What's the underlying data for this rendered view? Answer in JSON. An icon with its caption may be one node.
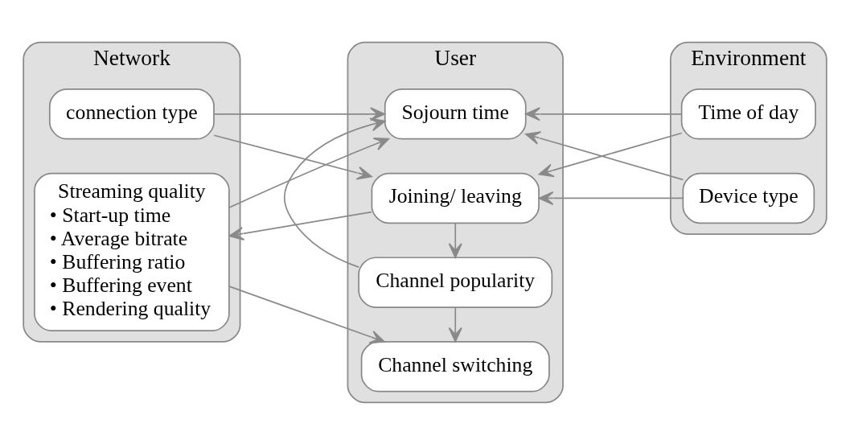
{
  "diagram": {
    "nodes": [
      {
        "text": [
          "Network"
        ]
      },
      {
        "text": [
          "connection type"
        ],
        "in": 0
      },
      {
        "text": [
          "Streaming quality",
          "• Start-up time",
          "• Average bitrate",
          "• Buffering ratio",
          "• Buffering event",
          "• Rendering quality"
        ],
        "in": 0
      },
      {
        "text": [
          "User"
        ]
      },
      {
        "text": [
          "Channel switching"
        ],
        "in": 3
      },
      {
        "text": [
          "Sojourn time"
        ],
        "in": 3
      },
      {
        "text": [
          "Joining/ leaving"
        ],
        "in": 3
      },
      {
        "text": [
          "Channel popularity"
        ],
        "in": 3
      },
      {
        "text": [
          "Environment"
        ]
      },
      {
        "text": [
          "Time of day"
        ],
        "in": 8
      },
      {
        "text": [
          "Device type"
        ],
        "in": 8
      }
    ],
    "edges": [
      {
        "from": 1,
        "to": 5,
        "arrow": "to"
      },
      {
        "from": 1,
        "to": 6,
        "arrow": "to"
      },
      {
        "from": 2,
        "to": 4,
        "arrow": "to"
      },
      {
        "from": 2,
        "to": 5,
        "arrow": "to"
      },
      {
        "from": 6,
        "to": 2,
        "arrow": "to"
      },
      {
        "from": 9,
        "to": 5,
        "arrow": "to"
      },
      {
        "from": 9,
        "to": 6,
        "arrow": "to"
      },
      {
        "from": 10,
        "to": 5,
        "arrow": "to"
      },
      {
        "from": 10,
        "to": 6,
        "arrow": "to"
      },
      {
        "from": 6,
        "to": 7,
        "arrow": "to"
      },
      {
        "from": 7,
        "to": 4,
        "arrow": "to"
      },
      {
        "from": 7,
        "to": 5,
        "arrow": "to"
      }
    ]
  }
}
